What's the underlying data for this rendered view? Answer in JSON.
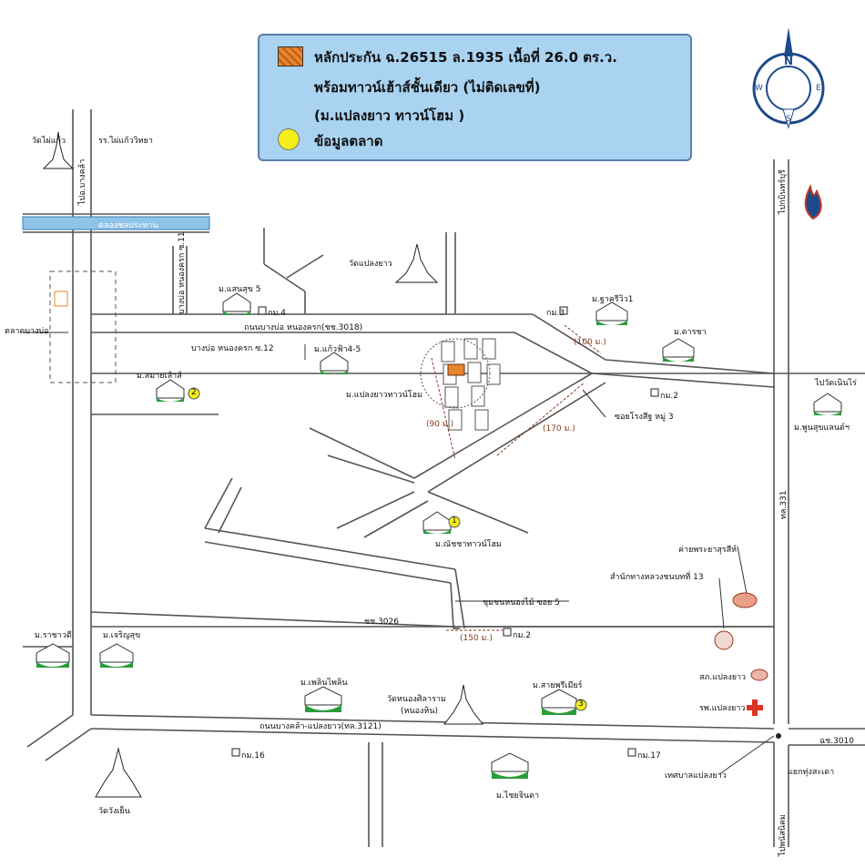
{
  "legend": {
    "collateral_line1": "หลักประกัน ฉ.26515 ล.1935 เนื้อที่ 26.0 ตร.ว.",
    "collateral_line2": "พร้อมทาวน์เฮ้าส์ชั้นเดียว (ไม่ติดเลขที่)",
    "collateral_line3": "(ม.แปลงยาว ทาวน์โฮม )",
    "market_label": "ข้อมูลตลาด",
    "collateral_color": "#e8852a",
    "market_color": "#f4ee1b"
  },
  "compass": {
    "n": "N",
    "e": "E",
    "s": "S",
    "w": "W"
  },
  "roads": {
    "bang_nam_priao": "ถนนบางบ่อ หนองครก(ชช.3018)",
    "bang_khla_plaeng_yao": "ถนนบางคล้า-แปลงยาว(ทล.3121)",
    "chor_3026": "ชช.3026",
    "tl331": "ทล.331",
    "chor_3010": "ฉช.3010",
    "bang_bo_nong_khrok_12": "บางบ่อ หนองครก ซ.12",
    "bang_bo_nong_khrok_11": "บางบ่อ หนองครก ซ.11",
    "soi_rong_sibi": "ซอยโรงสีฐ หมู่ 3",
    "chumchon_nong_mai_5": "ชุมชนหนองไม้ ซอย 5",
    "to_bang_khla": "ไปอ.บางคล้า",
    "to_kabin": "ไปกบินทร์บุรี",
    "to_phanom": "ไปพนัสนิคม",
    "klong": "คลองชลประทาน",
    "to_wat_ran": "ไปวัดเนินไร่"
  },
  "places": {
    "wat_phai_kaeo": "วัดไผ่แก้ว",
    "school": "รร.ไผ่แก้ววิทยา",
    "wat_plaeng_yao": "วัดแปลงยาว",
    "market_bang_bo": "ตลาดบางบ่อ",
    "m_santisuk5": "ม.แสนสุข 5",
    "m_kaeofa": "ม.แก้วฟ้า4-5",
    "m_samai": "ม.สมายเล้าส์",
    "m_plaeng_yao_town": "ม.แปลงยาวทาวน์โฮม",
    "m_natcha": "ม.ณัชชาทาวน์โฮม",
    "m_thakri": "ม.ฐาครีวิว1",
    "m_ratcha": "ม.ดารชา",
    "m_phunsuk": "ม.พูนสุขแลนด์ฯ",
    "m_rachawadi": "ม.ราชาวดี",
    "m_charoensuk": "ม.เจริญสุข",
    "m_phloen": "ม.เพลินไพลิน",
    "m_sai_phai": "ม.สายพรีเมียร์",
    "m_chai_chinda": "ม.ไชยจินดา",
    "wat_nong_sila": "วัดหนองศิลาราม",
    "wat_nong_sila_sub": "(หนองหิน)",
    "wat_wang_yen": "วัดวังเย็น",
    "camp": "ค่ายพระยาสุรสีห์",
    "office": "สำนักทางหลวงชนบทที่ 13",
    "police": "สภ.แปลงยาว",
    "hospital": "รพ.แปลงยาว",
    "city_hall": "เทศบาลแปลงยาว",
    "ban_thung": "แยกทุ่งสะเดา"
  },
  "markers": {
    "km4": "กม.4",
    "km3": "กม.3",
    "km2a": "กม.2",
    "km2b": "กม.2",
    "km16": "กม.16",
    "km17": "กม.17",
    "m1": "1",
    "m2": "2",
    "m3": "3"
  },
  "distances": {
    "d100": "(100 ม.)",
    "d90": "(90 ม.)",
    "d170": "(170 ม.)",
    "d150": "(150 ม.)"
  },
  "colors": {
    "road": "#555555",
    "canal": "#8fc4e8",
    "house": "#2b9c3b",
    "distance": "#8a3c1c"
  }
}
